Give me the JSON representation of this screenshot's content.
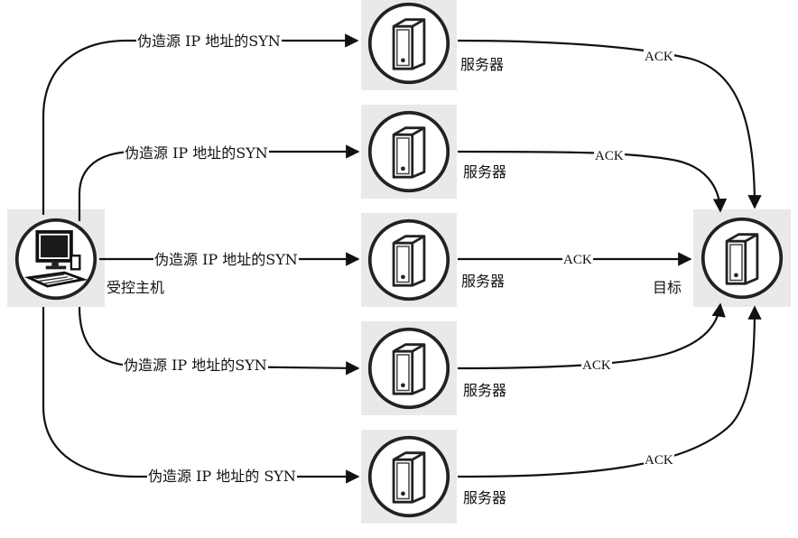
{
  "nodes": {
    "host": {
      "label": "受控主机",
      "icon": "computer-icon"
    },
    "servers": [
      {
        "label": "服务器",
        "icon": "server-icon"
      },
      {
        "label": "服务器",
        "icon": "server-icon"
      },
      {
        "label": "服务器",
        "icon": "server-icon"
      },
      {
        "label": "服务器",
        "icon": "server-icon"
      },
      {
        "label": "服务器",
        "icon": "server-icon"
      }
    ],
    "target": {
      "label": "目标",
      "icon": "server-icon"
    }
  },
  "edges": {
    "syn": [
      {
        "label": "伪造源 IP 地址的SYN"
      },
      {
        "label": "伪造源 IP 地址的SYN"
      },
      {
        "label": "伪造源 IP 地址的SYN"
      },
      {
        "label": "伪造源 IP 地址的SYN"
      },
      {
        "label": "伪造源 IP 地址的 SYN"
      }
    ],
    "ack": [
      {
        "label": "ACK"
      },
      {
        "label": "ACK"
      },
      {
        "label": "ACK"
      },
      {
        "label": "ACK"
      },
      {
        "label": "ACK"
      }
    ]
  },
  "colors": {
    "line": "#111111",
    "tile": "#e9e9e9",
    "icon": "#222222"
  }
}
